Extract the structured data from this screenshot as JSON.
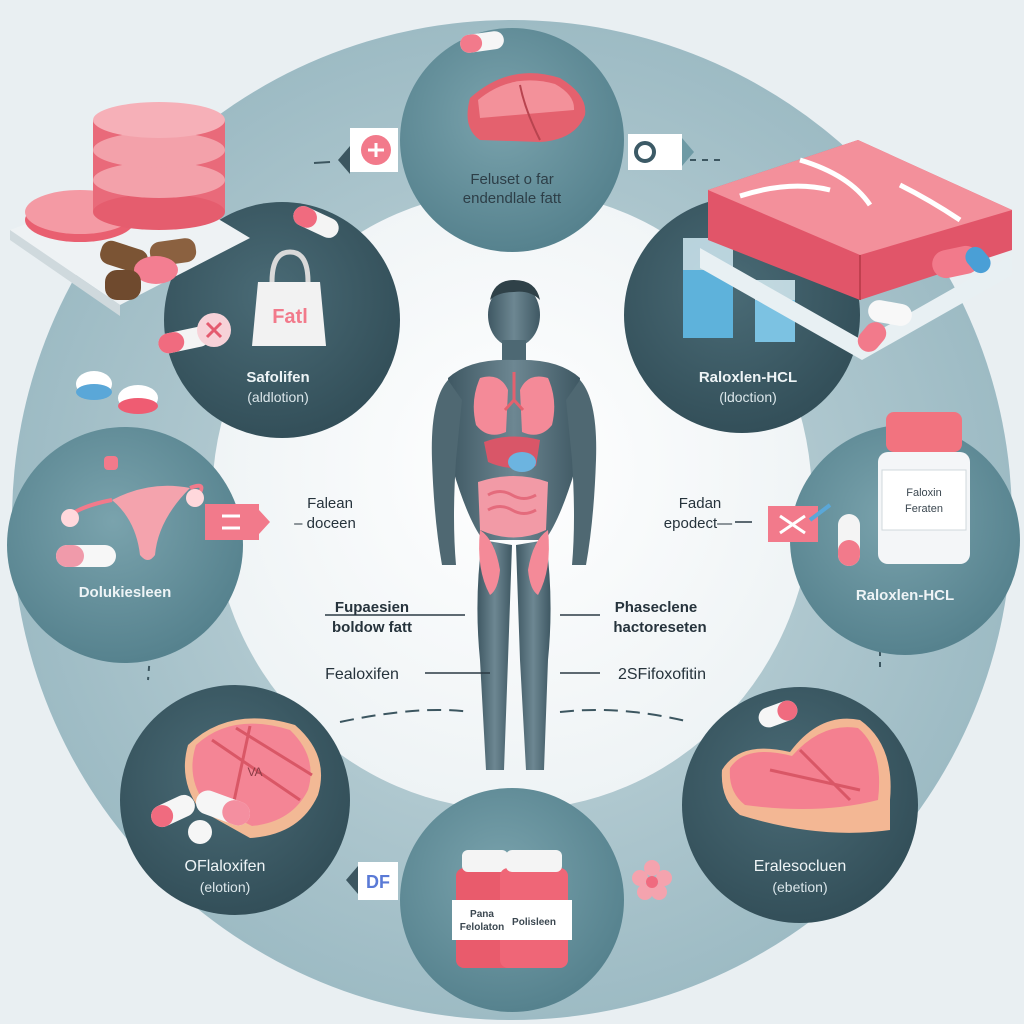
{
  "top_node": {
    "line1": "Feluset o far",
    "line2": "endendlale fatt"
  },
  "upper_left_node": {
    "title": "Safolifen",
    "subtitle": "(aldlotion)",
    "bag_label": "Fatl"
  },
  "upper_right_node": {
    "title": "Raloxlen-HCL",
    "subtitle": "(ldoction)"
  },
  "left_node": {
    "title": "Dolukiesleen"
  },
  "right_node": {
    "title": "Raloxlen-HCL",
    "bottle_line1": "Faloxin",
    "bottle_line2": "Feraten"
  },
  "lower_left_node": {
    "title": "OFlaloxifen",
    "subtitle": "(elotion)",
    "meat_label": "VA"
  },
  "lower_right_node": {
    "title": "Eralesocluen",
    "subtitle": "(ebetion)"
  },
  "bottom_node": {
    "bottle_left_line1": "Pana",
    "bottle_left_line2": "Felolaton",
    "bottle_right": "Polisleen",
    "side_badge": "DF"
  },
  "center": {
    "left_upper_line1": "Falean",
    "left_upper_line2": "– doceen",
    "right_upper_line1": "Fadan",
    "right_upper_line2": "epodect—",
    "left_mid_line1": "Fupaesien",
    "left_mid_line2": "boldow fatt",
    "right_mid_line1": "Phaseclene",
    "right_mid_line2": "hactoreseten",
    "left_low": "Fealoxifen",
    "right_low": "2SFifoxofitin"
  },
  "colors": {
    "background": "#e9eff2",
    "outer_ring": "#a9c4cc",
    "center_disc": "#f5f8fa",
    "node_dark": "#3c5c67",
    "node_teal": "#5f8d99",
    "pink": "#f27a8b",
    "body": "#4f6872"
  }
}
